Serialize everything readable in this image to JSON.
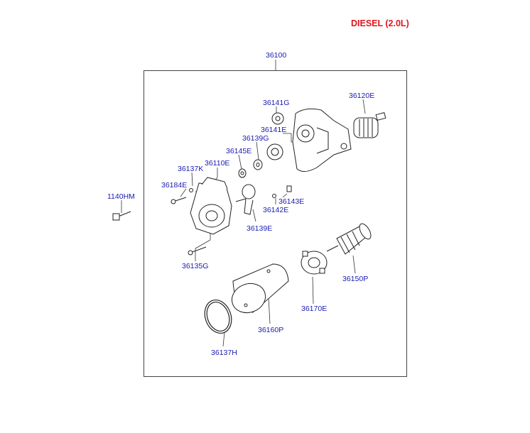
{
  "header": {
    "engine_title": "DIESEL (2.0L)"
  },
  "assembly": {
    "part_no": "36100"
  },
  "parts": {
    "p36141G": "36141G",
    "p36120E": "36120E",
    "p36141E": "36141E",
    "p36139G": "36139G",
    "p36145E": "36145E",
    "p36137K": "36137K",
    "p36110E": "36110E",
    "p36184E": "36184E",
    "p1140HM": "1140HM",
    "p36143E": "36143E",
    "p36142E": "36142E",
    "p36139E": "36139E",
    "p36135G": "36135G",
    "p36150P": "36150P",
    "p36170E": "36170E",
    "p36160P": "36160P",
    "p36137H": "36137H"
  },
  "colors": {
    "title": "#e0141e",
    "label": "#1a1ab0",
    "line": "#333333"
  }
}
